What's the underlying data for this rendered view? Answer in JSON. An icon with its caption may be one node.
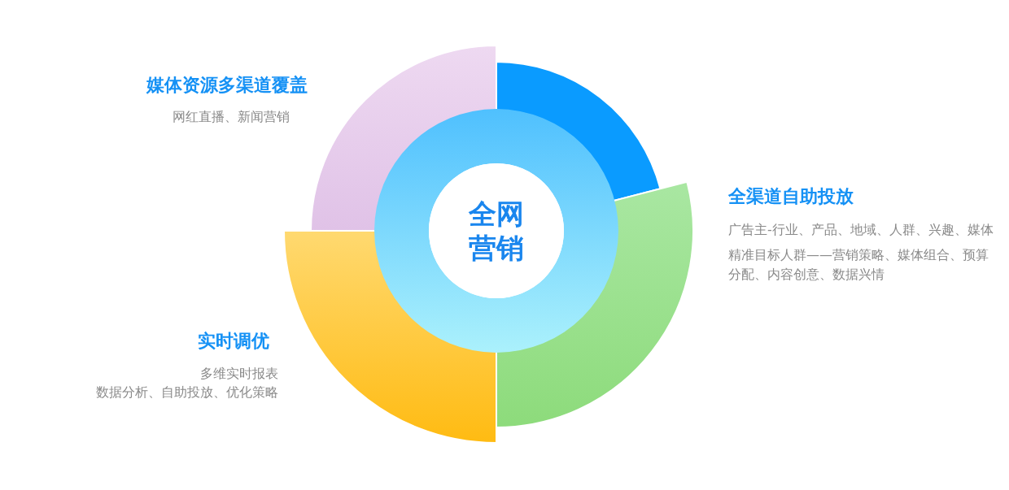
{
  "diagram": {
    "nodes": [
      {
        "text": [
          "全网营销"
        ]
      },
      {
        "text": [],
        "shape": "sector",
        "beside": [
          "媒体资源多渠道覆盖",
          "网红直播、新闻营销"
        ]
      },
      {
        "text": [],
        "shape": "sector"
      },
      {
        "text": [],
        "shape": "sector",
        "beside": [
          "全渠道自助投放",
          "广告主-行业、产品、地域、人群、兴趣、媒体",
          "精准目标人群——营销策略、媒体组合、预算分配、内容创意、数据兴情"
        ]
      },
      {
        "text": [],
        "shape": "sector",
        "beside": [
          "实时调优",
          "多维实时报表",
          "数据分析、自助投放、优化策略"
        ]
      }
    ]
  }
}
